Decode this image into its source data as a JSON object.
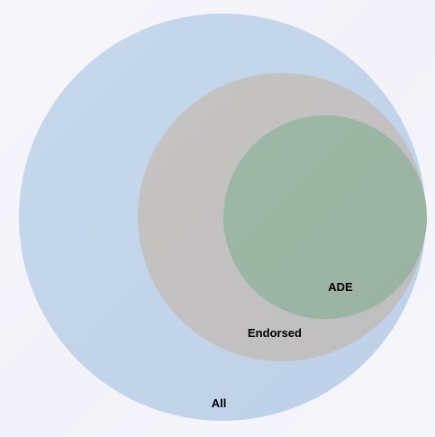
{
  "diagram": {
    "sets": [
      {
        "label": "All",
        "color": "#c3d5ea"
      },
      {
        "label": "Endorsed",
        "color": "#c2c0c0"
      },
      {
        "label": "ADE",
        "color": "#9cb6a3"
      }
    ]
  }
}
